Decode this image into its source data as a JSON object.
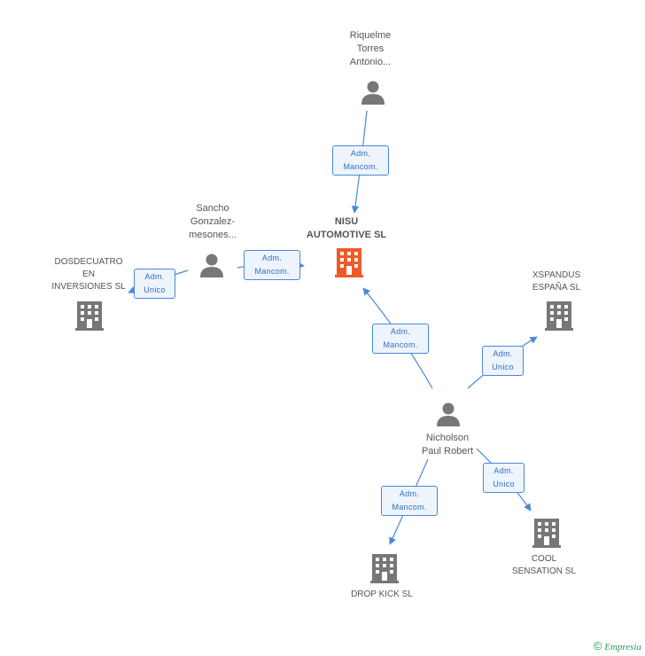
{
  "center": {
    "name": "NISU\nAUTOMOTIVE SL"
  },
  "people": {
    "riquelme": "Riquelme\nTorres\nAntonio...",
    "sancho": "Sancho\nGonzalez-\nmesones...",
    "nicholson": "Nicholson\nPaul Robert"
  },
  "companies": {
    "dosdecuatro": "DOSDECUATRO\nEN\nINVERSIONES SL",
    "xspandus": "XSPANDUS\nESPAÑA SL",
    "dropkick": "DROP KICK SL",
    "cool": "COOL\nSENSATION SL"
  },
  "relations": {
    "riquelme_nisu": "Adm.\nMancom.",
    "sancho_nisu": "Adm.\nMancom.",
    "sancho_dosdecuatro": "Adm.\nUnico",
    "nicholson_nisu": "Adm.\nMancom.",
    "nicholson_xspandus": "Adm.\nUnico",
    "nicholson_dropkick": "Adm.\nMancom.",
    "nicholson_cool": "Adm.\nUnico"
  },
  "colors": {
    "accent": "#f05a28",
    "line": "#4a88d8",
    "node": "#777777"
  },
  "brand": {
    "copyright": "©",
    "name": "Empresia"
  }
}
